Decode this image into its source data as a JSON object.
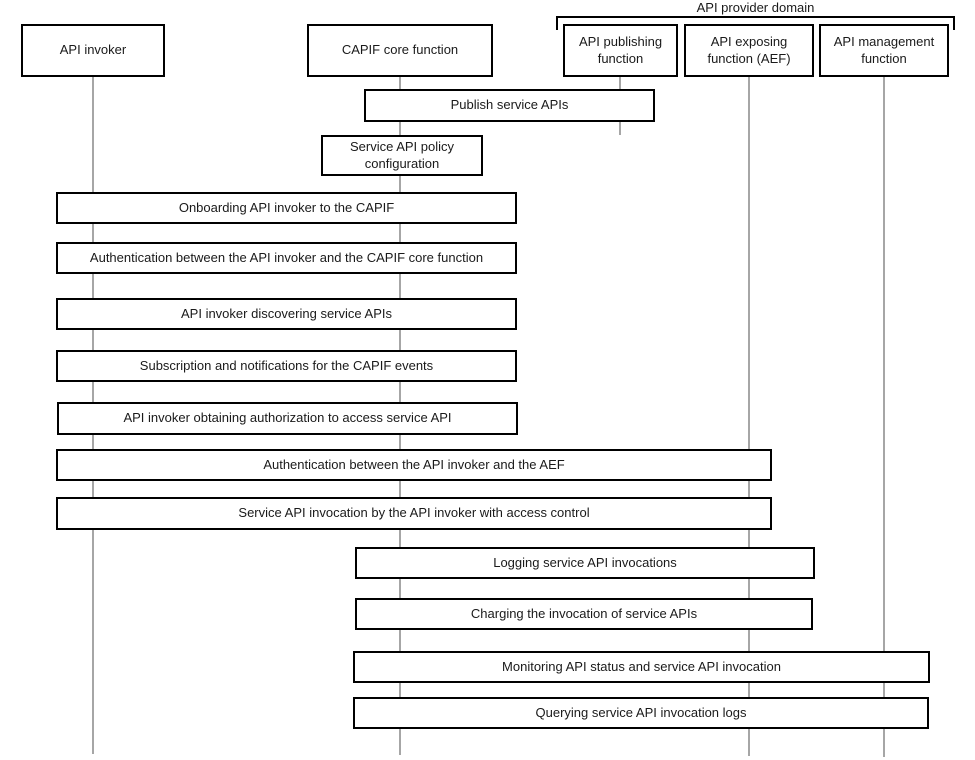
{
  "diagram": {
    "domain_label": "API provider domain",
    "participants": [
      {
        "id": "api-invoker",
        "label": "API invoker"
      },
      {
        "id": "capif-core-function",
        "label": "CAPIF core function"
      },
      {
        "id": "api-publishing-function",
        "label": "API publishing function"
      },
      {
        "id": "api-exposing-function",
        "label": "API exposing function (AEF)"
      },
      {
        "id": "api-management-function",
        "label": "API management function"
      }
    ],
    "activities": [
      {
        "label": "Publish service APIs"
      },
      {
        "label": "Service API policy configuration"
      },
      {
        "label": "Onboarding API invoker to the CAPIF"
      },
      {
        "label": "Authentication between the API invoker and the CAPIF core function"
      },
      {
        "label": "API invoker discovering service APIs"
      },
      {
        "label": "Subscription and notifications for the CAPIF events"
      },
      {
        "label": "API invoker obtaining authorization to access service API"
      },
      {
        "label": "Authentication between the API invoker and the AEF"
      },
      {
        "label": "Service API invocation by the API invoker with access control"
      },
      {
        "label": "Logging service API invocations"
      },
      {
        "label": "Charging the invocation of service APIs"
      },
      {
        "label": "Monitoring API status and service API invocation"
      },
      {
        "label": "Querying service API invocation logs"
      }
    ],
    "colors": {
      "box_border": "#000000",
      "text": "#1a1a1a",
      "lifeline": "#a6a6a6",
      "background": "#ffffff"
    }
  }
}
